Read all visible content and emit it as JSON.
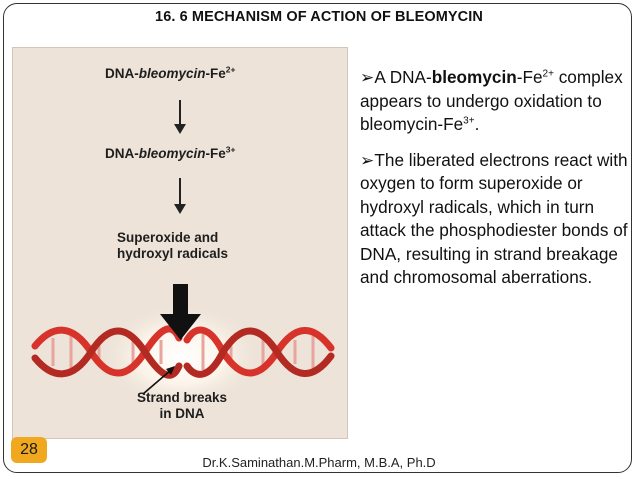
{
  "title": "16. 6  MECHANISM OF ACTION OF BLEOMYCIN",
  "diagram": {
    "step1": {
      "a": "DNA-",
      "b": "bleomycin",
      "c": "-Fe",
      "sup": "2+"
    },
    "step2": {
      "a": "DNA-",
      "b": "bleomycin",
      "c": "-Fe",
      "sup": "3+"
    },
    "step3": {
      "line1": "Superoxide and",
      "line2": "hydroxyl radicals"
    },
    "step4": {
      "line1": "Strand breaks",
      "line2": "in DNA"
    }
  },
  "bullets": [
    {
      "marker": "➢",
      "pre": "A DNA-",
      "bold": "bleomycin",
      "mid": "-Fe",
      "sup": "2+",
      "post": " complex appears to undergo oxidation to bleomycin-Fe",
      "sup2": "3+",
      "end": "."
    },
    {
      "marker": "➢",
      "text": "The liberated electrons react with oxygen to form superoxide or hydroxyl radicals, which in turn attack the phosphodiester bonds of DNA, resulting in strand breakage and chromosomal aberrations."
    }
  ],
  "page_number": "28",
  "footer": "Dr.K.Saminathan.M.Pharm, M.B.A, Ph.D",
  "colors": {
    "accent": "#f0a81f",
    "dna_strand": "#d7332b",
    "panel": "#ede3d9"
  }
}
